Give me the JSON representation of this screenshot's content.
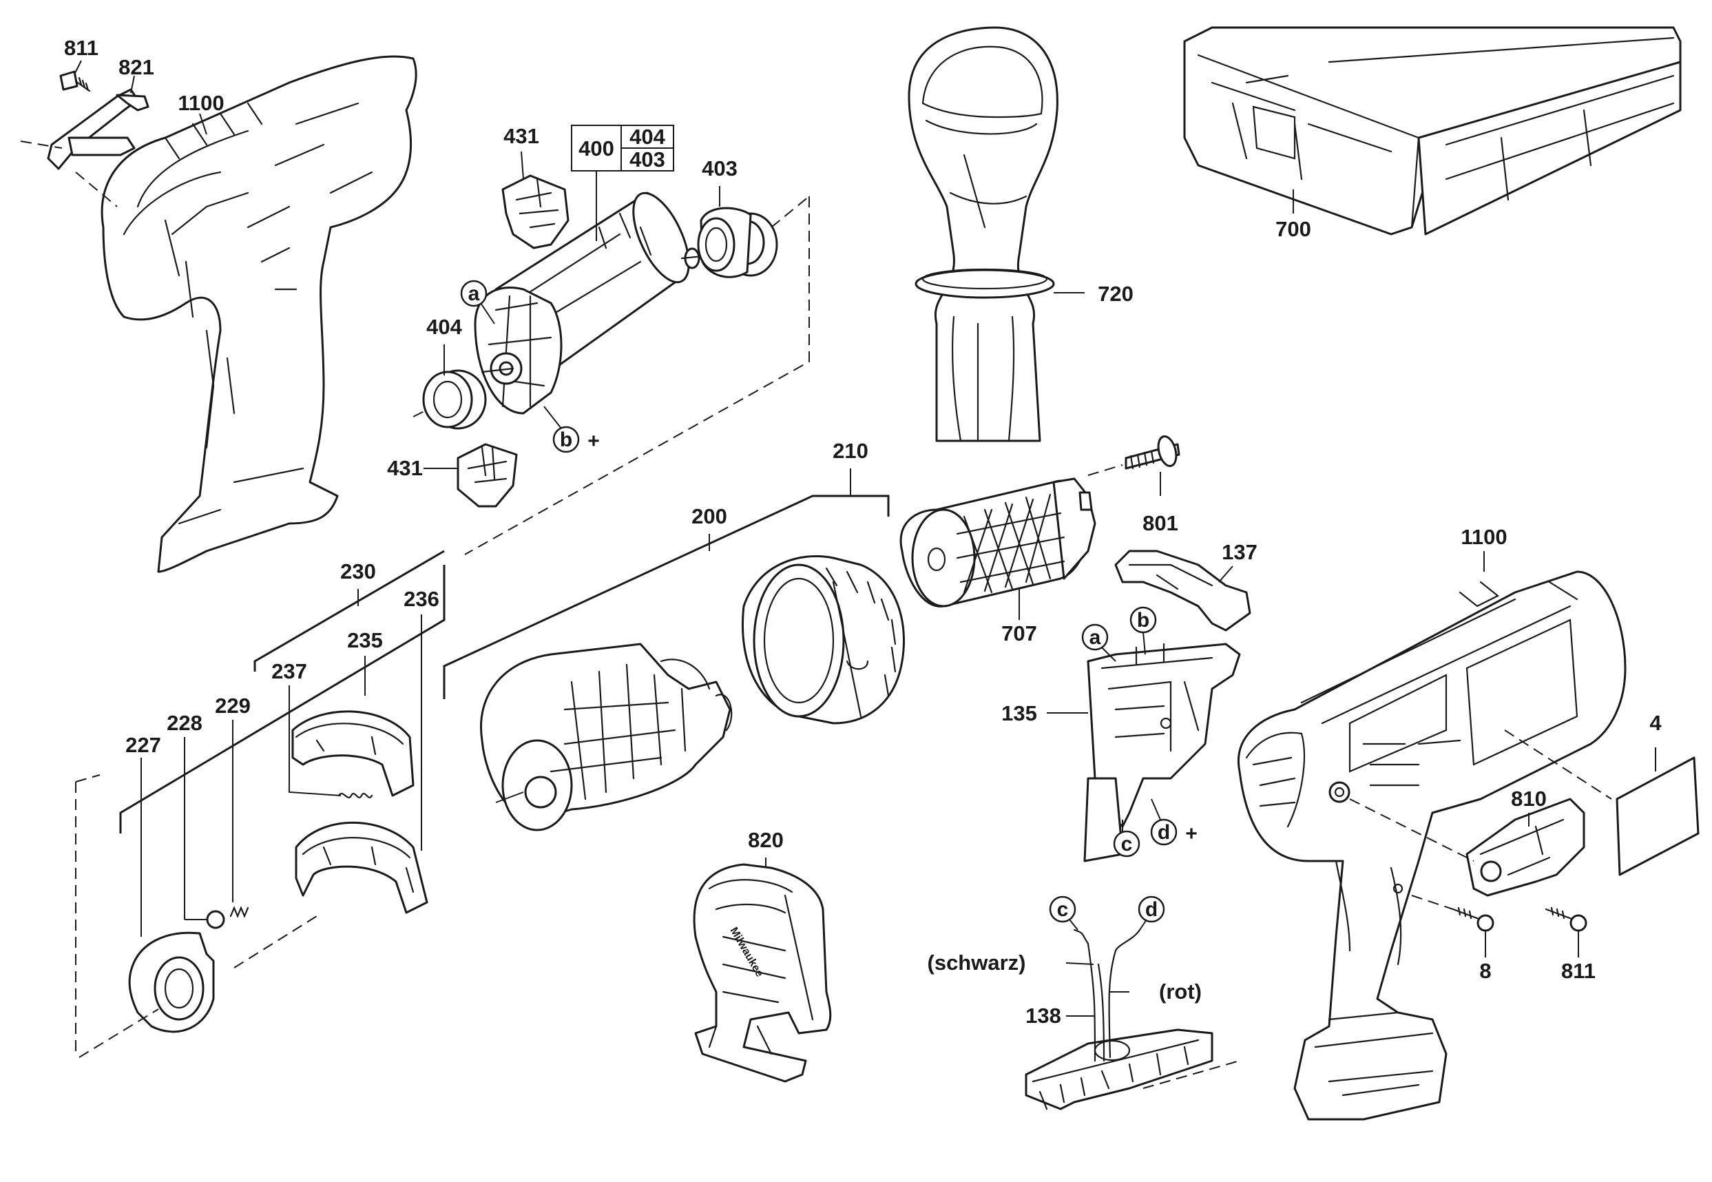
{
  "diagram": {
    "labels": {
      "p811_top": "811",
      "p821": "821",
      "p1100_top": "1100",
      "p431_top": "431",
      "p400": "400",
      "p404_box": "404",
      "p403_box": "403",
      "p403": "403",
      "p404": "404",
      "p431_bottom": "431",
      "p720": "720",
      "p700": "700",
      "p210": "210",
      "p200": "200",
      "p801": "801",
      "p230": "230",
      "p236": "236",
      "p235": "235",
      "p237": "237",
      "p229": "229",
      "p228": "228",
      "p227": "227",
      "p707": "707",
      "p137": "137",
      "p1100_right": "1100",
      "p135": "135",
      "p4": "4",
      "p810": "810",
      "p820": "820",
      "p8": "8",
      "p811_right": "811",
      "p138": "138",
      "schwarz": "(schwarz)",
      "rot": "(rot)"
    },
    "callouts": {
      "motor_a": "a",
      "motor_b": "b",
      "motor_plus": "+",
      "switch_a": "a",
      "switch_b": "b",
      "switch_c": "c",
      "switch_d": "d",
      "switch_plus": "+",
      "wire_c": "c",
      "wire_d": "d"
    },
    "brand_text": "Milwaukee"
  }
}
